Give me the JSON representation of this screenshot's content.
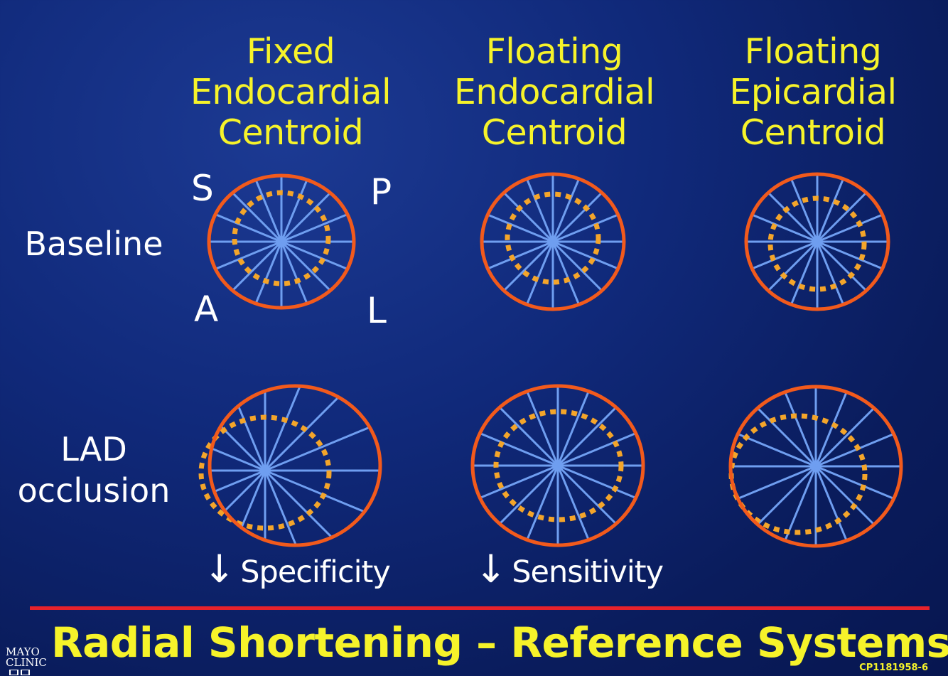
{
  "columns": [
    {
      "lines": [
        "Fixed",
        "Endocardial",
        "Centroid"
      ]
    },
    {
      "lines": [
        "Floating",
        "Endocardial",
        "Centroid"
      ]
    },
    {
      "lines": [
        "Floating",
        "Epicardial",
        "Centroid"
      ]
    }
  ],
  "rows": {
    "baseline": {
      "lines": [
        "Baseline"
      ]
    },
    "occlusion": {
      "lines": [
        "LAD",
        "occlusion"
      ]
    }
  },
  "orientation": {
    "septal": "S",
    "posterior": "P",
    "anterior": "A",
    "lateral": "L"
  },
  "effects": [
    {
      "arrow": "↓",
      "text": "Specificity"
    },
    {
      "arrow": "↓",
      "text": "Sensitivity"
    }
  ],
  "title": "Radial Shortening – Reference Systems",
  "logo": {
    "line1": "MAYO",
    "line2": "CLINIC"
  },
  "figure_code": "CP1181958-6",
  "colors": {
    "epicardium": "#f25a1c",
    "endocardium": "#f4a52a",
    "radial_lines": "#6f9ef0",
    "header_text": "#f6f32a",
    "rule": "#e8222b"
  }
}
